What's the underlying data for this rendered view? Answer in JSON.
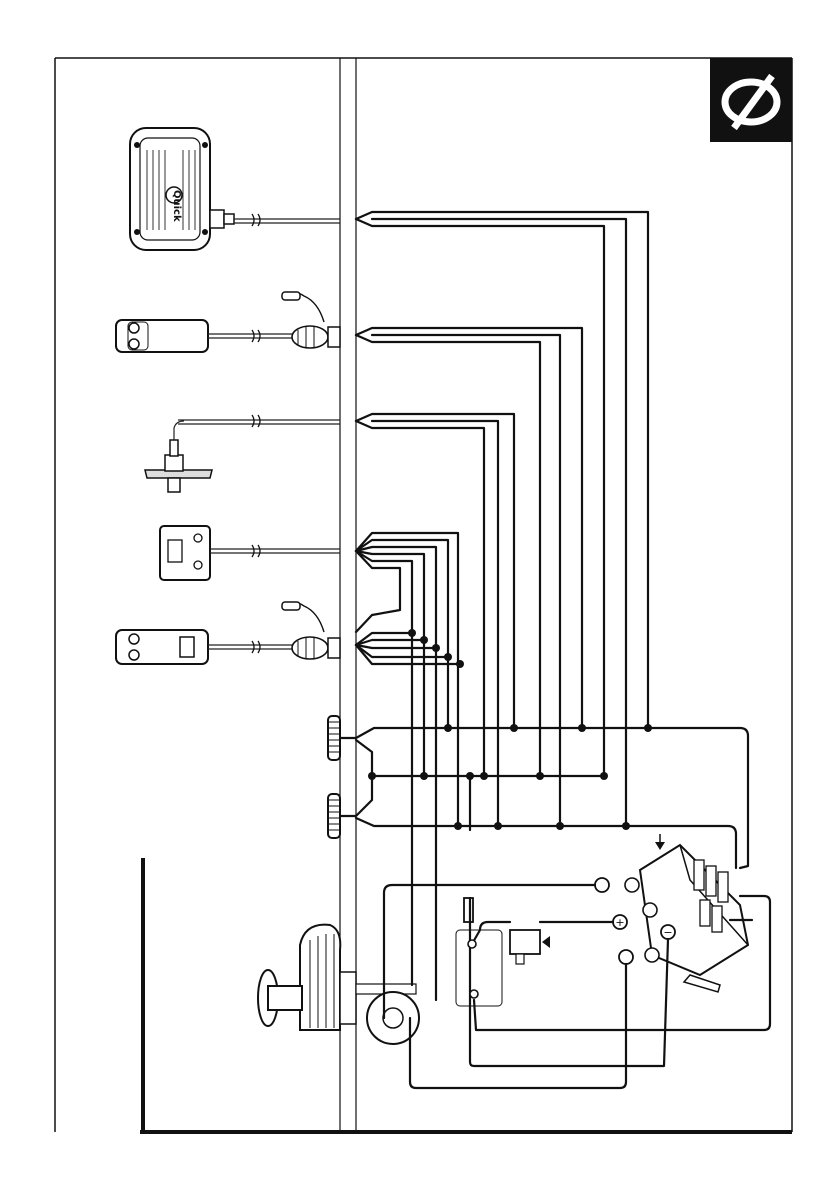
{
  "brand": {
    "logo_text": "Quick",
    "logo_color": "#111111"
  },
  "labels": {
    "positive_terminal": "+",
    "negative_terminal": "−"
  },
  "components": [
    {
      "name": "control-unit-box",
      "icon": "control-unit-icon"
    },
    {
      "name": "radio-remote-receiver",
      "icon": "receiver-icon"
    },
    {
      "name": "deck-foot-switch",
      "icon": "foot-switch-icon"
    },
    {
      "name": "chain-counter-panel",
      "icon": "chain-counter-icon"
    },
    {
      "name": "remote-with-display",
      "icon": "remote-display-icon"
    },
    {
      "name": "deck-switch-up",
      "icon": "deck-switch-icon"
    },
    {
      "name": "deck-switch-down",
      "icon": "deck-switch-icon"
    },
    {
      "name": "windlass",
      "icon": "windlass-icon"
    },
    {
      "name": "relay-control-box",
      "icon": "relay-box-icon"
    },
    {
      "name": "battery-isolator",
      "icon": "isolator-icon"
    },
    {
      "name": "fuse",
      "icon": "fuse-icon"
    }
  ]
}
